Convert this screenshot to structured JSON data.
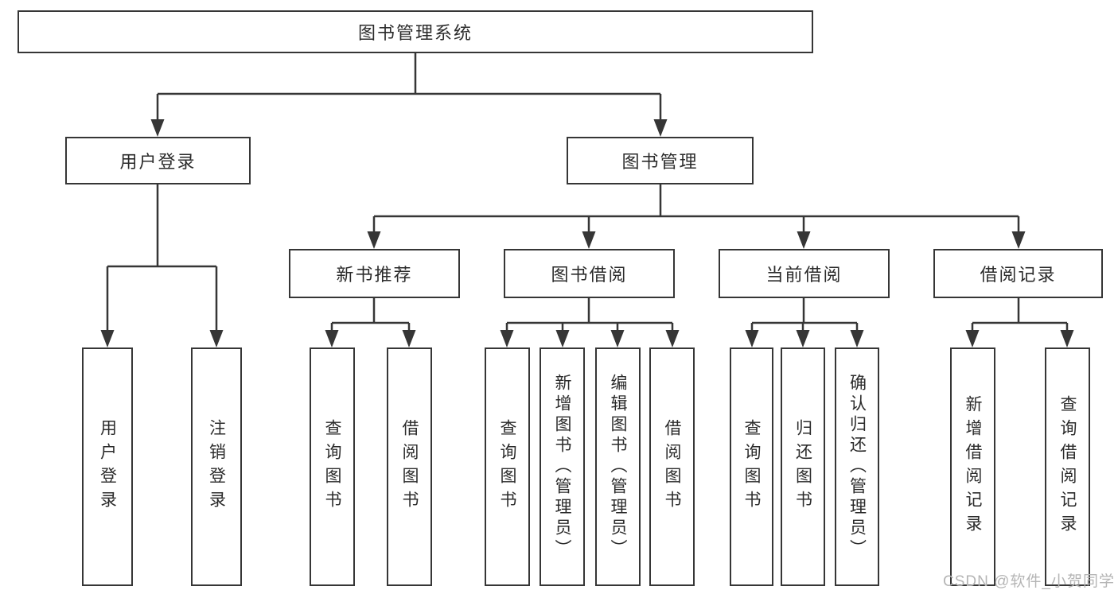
{
  "diagram": {
    "title_node": "图书管理系统",
    "level2": {
      "user_login": "用户登录",
      "book_management": "图书管理"
    },
    "level3": {
      "new_book_recommend": "新书推荐",
      "book_borrowing": "图书借阅",
      "current_borrowing": "当前借阅",
      "borrowing_records": "借阅记录"
    },
    "leaves": {
      "user_login": "用户登录",
      "logout": "注销登录",
      "rec_query_books": "查询图书",
      "rec_borrow_books": "借阅图书",
      "bb_query_books": "查询图书",
      "bb_add_books_admin": "新增图书（管理员）",
      "bb_edit_books_admin": "编辑图书（管理员）",
      "bb_borrow_books": "借阅图书",
      "cb_query_books": "查询图书",
      "cb_return_books": "归还图书",
      "cb_confirm_return_admin": "确认归还（管理员）",
      "br_add_record": "新增借阅记录",
      "br_query_record": "查询借阅记录"
    }
  },
  "watermark": "CSDN @软件_小贺同学",
  "colors": {
    "line": "#363636",
    "border": "#363636",
    "text": "#2b2b2b",
    "watermark_text": "#b5b5b5",
    "background": "#ffffff"
  }
}
